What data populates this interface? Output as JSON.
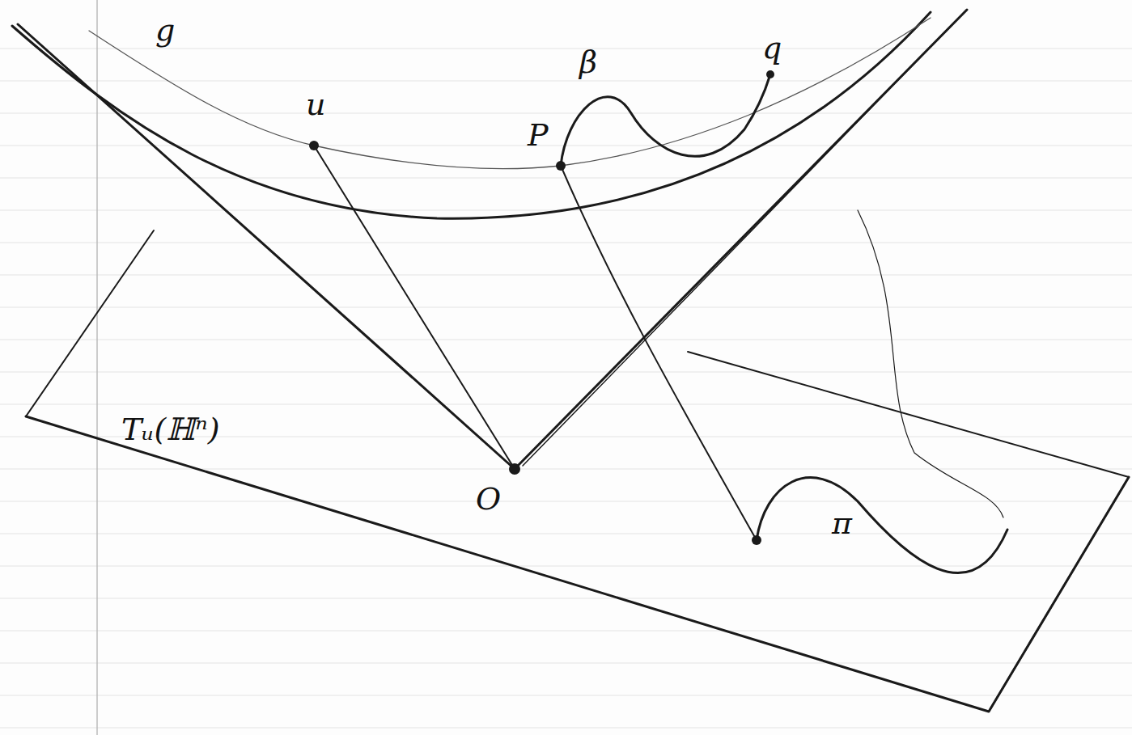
{
  "diagram": {
    "labels": [
      "g",
      "u",
      "P",
      "β",
      "q",
      "O",
      "Tᵤ(ℍⁿ)",
      "π"
    ]
  }
}
